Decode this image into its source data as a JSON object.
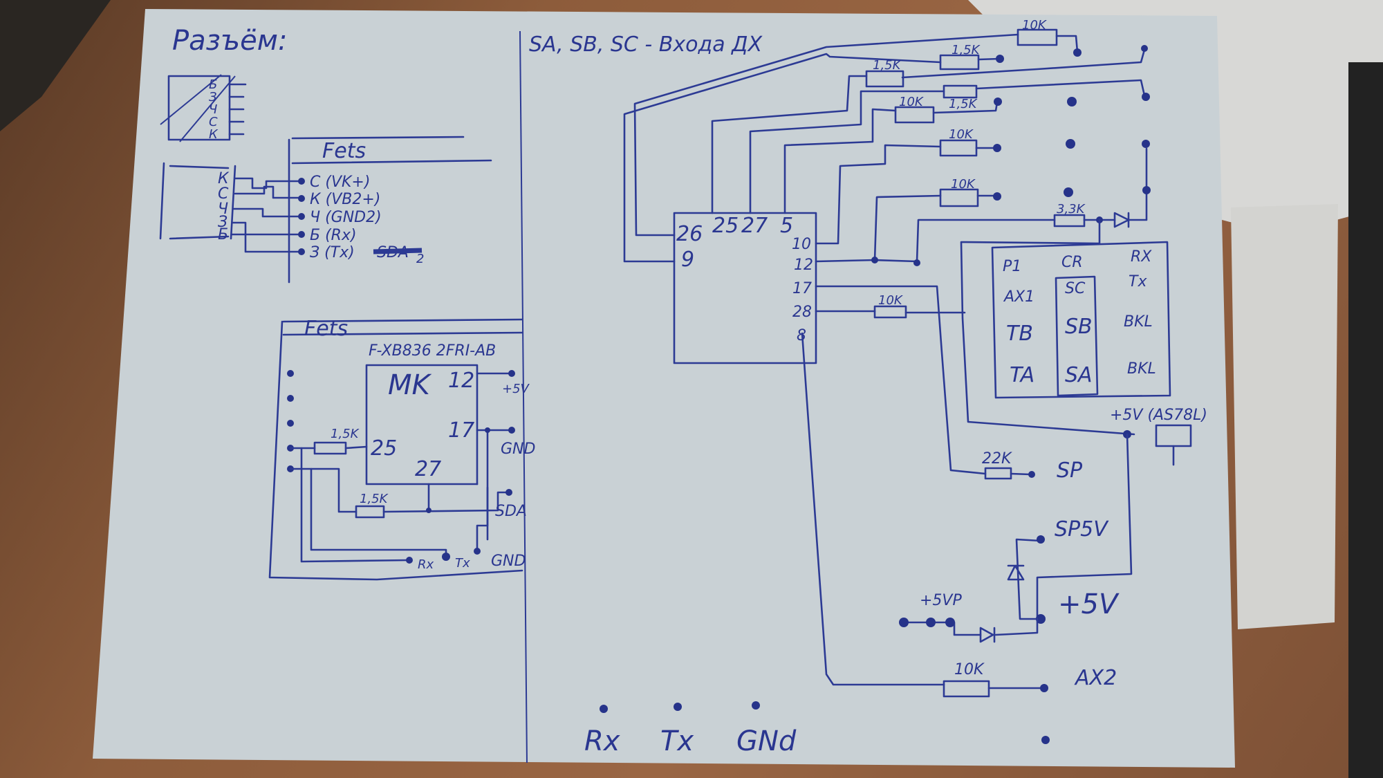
{
  "left": {
    "connector_title": "Разъём:",
    "connector_symbol_pins": [
      "Б",
      "З",
      "Ч",
      "С",
      "К"
    ],
    "connector_pins": [
      "К",
      "С",
      "Ч",
      "З",
      "Б"
    ],
    "fets_top": {
      "title": "Fets",
      "pins": [
        "С (VK+)",
        "К (VB2+)",
        "Ч (GND2)",
        "Б (Rx)",
        "З (Tx)"
      ],
      "crossed_out": "SDA",
      "crossed_out_number": "2"
    },
    "fets_bottom": {
      "title": "Fets",
      "chip_model": "F-XB836 2FRI-AB",
      "mcu_label": "MK",
      "pins": {
        "p12": "12",
        "p17": "17",
        "p25": "25",
        "p27": "27"
      },
      "resistors": [
        "1,5K",
        "1,5K"
      ],
      "outputs": [
        "+5V",
        "GND",
        "SDA",
        "GND"
      ],
      "bottom_pins": [
        "Rx",
        "Tx"
      ]
    }
  },
  "right": {
    "title": "SA, SB, SC - Входа ДХ",
    "mcu_pins": [
      "26",
      "25",
      "27",
      "5",
      "9",
      "10",
      "12",
      "17",
      "28",
      "8"
    ],
    "resistors": {
      "r_top": "10K",
      "r1": "1,5K",
      "r2": "1,5K",
      "r3": "10K",
      "r4": "1,5K",
      "r5": "10K",
      "r6": "10K",
      "r7": "3,3K",
      "r8": "10K",
      "r9": "22K",
      "r10": "10K"
    },
    "connector": {
      "cells": [
        "P1",
        "CR",
        "RX",
        "AX1",
        "SC",
        "Tx",
        "TB",
        "SB",
        "BKL",
        "TA",
        "SA",
        "BKL"
      ]
    },
    "labels": {
      "regulator": "+5V (AS78L)",
      "sp": "SP",
      "sp5v": "SP5V",
      "plus5v": "+5V",
      "plus5vp": "+5VP",
      "ax2": "AX2"
    },
    "bottom_pins": [
      "Rx",
      "Tx",
      "GNd"
    ]
  },
  "colors": {
    "ink": "#2c3a94",
    "paper": "#c9d1d5",
    "wood": "#8d5c3b"
  }
}
